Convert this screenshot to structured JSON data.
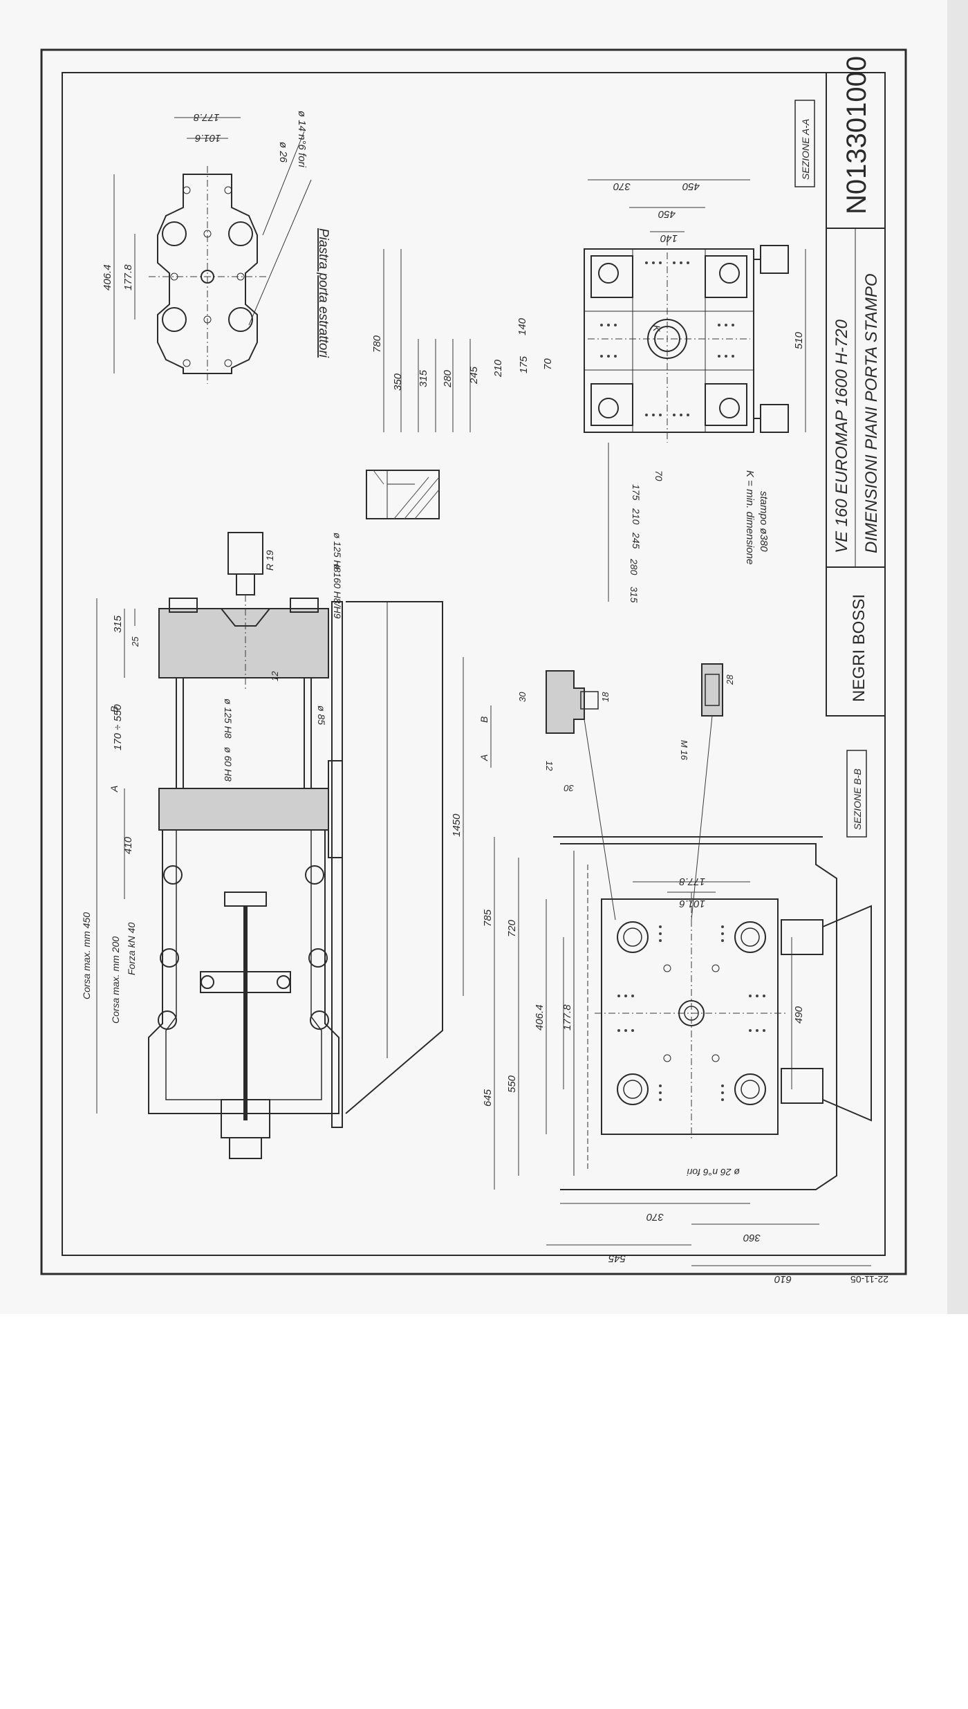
{
  "title_block": {
    "drawing_number": "N013301000",
    "machine": "VE 160 EUROMAP 1600 H-720",
    "description": "DIMENSIONI PIANI PORTA STAMPO",
    "company": "NEGRI BOSSI",
    "date": "22-11-05"
  },
  "labels": {
    "ejector_plate": "Piastra porta estrattori",
    "section_aa": "SEZIONE A-A",
    "section_bb": "SEZIONE B-B",
    "k_note_line1": "K = min. dimensione",
    "k_note_line2": "stampo ø380",
    "k_letter": "K",
    "stroke_max": "Corsa max. mm 450",
    "ejector_stroke": "Corsa max. mm 200",
    "ejector_force": "Forza kN 40",
    "section_a_mark": "A",
    "section_b_mark": "B"
  },
  "dimensions": {
    "ep_4064": "406.4",
    "ep_1778_v": "177.8",
    "ep_1778_h": "177.8",
    "ep_1016": "101.6",
    "ep_d26": "ø 26",
    "ep_m14": "ø 14  n°6 fori",
    "side_315": "315",
    "side_25": "25",
    "side_170_550": "170 ÷ 550",
    "side_410": "410",
    "side_r19": "R 19",
    "side_d125": "ø 125 H8",
    "side_d160": "ø 160 H8/H9",
    "side_d125b": "ø 125 H8",
    "side_d60": "ø 60 H8",
    "side_d85": "ø 85",
    "side_12": "12",
    "side_1450": "1450",
    "aa_780": "780",
    "aa_350": "350",
    "aa_315": "315",
    "aa_280": "280",
    "aa_245": "245",
    "aa_210": "210",
    "aa_175": "175",
    "aa_140": "140",
    "aa_70": "70",
    "aa_370": "370",
    "aa_450a": "450",
    "aa_450b": "450",
    "aa_140b": "140",
    "aa_510": "510",
    "aa_b70": "70",
    "aa_b175": "175",
    "aa_b210": "210",
    "aa_b245": "245",
    "aa_b280": "280",
    "aa_b315": "315",
    "bb_785": "785",
    "bb_720": "720",
    "bb_645": "645",
    "bb_550": "550",
    "bb_4064": "406.4",
    "bb_1778": "177.8",
    "bb_1778t": "177.8",
    "bb_1016": "101.6",
    "bb_490": "490",
    "bb_d26": "ø 26  n°6 fori",
    "bb_370": "370",
    "bb_360": "360",
    "bb_545": "545",
    "bb_610": "610",
    "slot_30": "30",
    "slot_18": "18",
    "slot_12": "12",
    "slot_30b": "30",
    "slot_m16": "M 16",
    "slot_28": "28"
  }
}
